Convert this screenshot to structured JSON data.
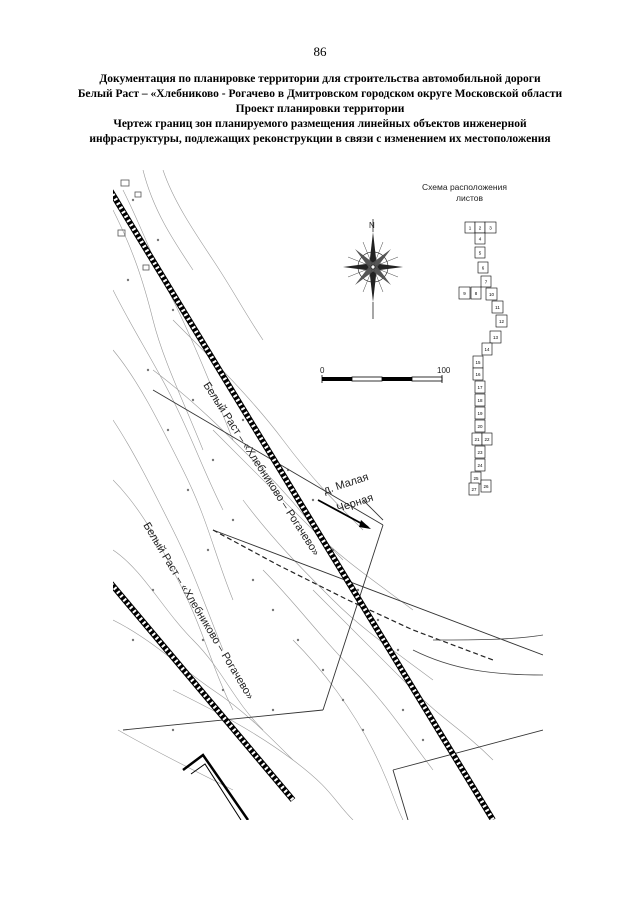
{
  "page": {
    "number": "86"
  },
  "header": {
    "lines": [
      "Документация по планировке территории для строительства автомобильной дороги",
      "Белый Раст – «Хлебниково - Рогачево в Дмитровском городском округе Московской области",
      "Проект планировки территории",
      "Чертеж границ зон планируемого размещения линейных объектов инженерной",
      "инфраструктуры, подлежащих реконструкции в связи с изменением их местоположения"
    ]
  },
  "map": {
    "road_labels": [
      "Белый Раст – «Хлебниково – Рогачево»",
      "Белый Раст – «Хлебниково – Рогачево»"
    ],
    "village_label_line1": "д. Малая",
    "village_label_line2": "Черная",
    "compass_north": "N",
    "scale": {
      "start": "0",
      "end": "100"
    },
    "sheet_scheme": {
      "title_line1": "Схема расположения",
      "title_line2": "листов",
      "sheets": [
        "1",
        "2",
        "3",
        "4",
        "5",
        "6",
        "7",
        "8",
        "9",
        "10",
        "11",
        "12",
        "13",
        "14",
        "15",
        "16",
        "17",
        "18",
        "19",
        "20",
        "21",
        "22",
        "23",
        "24",
        "25",
        "26",
        "27"
      ]
    }
  }
}
